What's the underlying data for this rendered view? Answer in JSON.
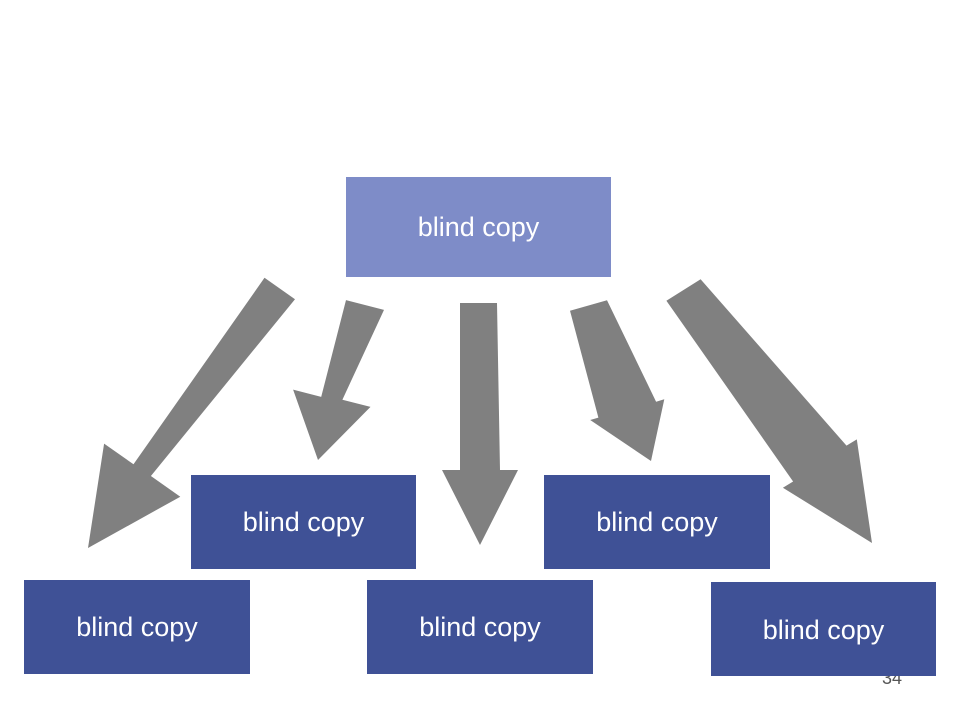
{
  "colors": {
    "top_box": "#7E8CC8",
    "child_box": "#3F5196",
    "arrow": "#808080"
  },
  "diagram": {
    "top": {
      "label": "blind copy"
    },
    "children": [
      {
        "label": "blind copy"
      },
      {
        "label": "blind copy"
      },
      {
        "label": "blind copy"
      },
      {
        "label": "blind copy"
      },
      {
        "label": "blind copy"
      }
    ]
  },
  "page_number": "34"
}
